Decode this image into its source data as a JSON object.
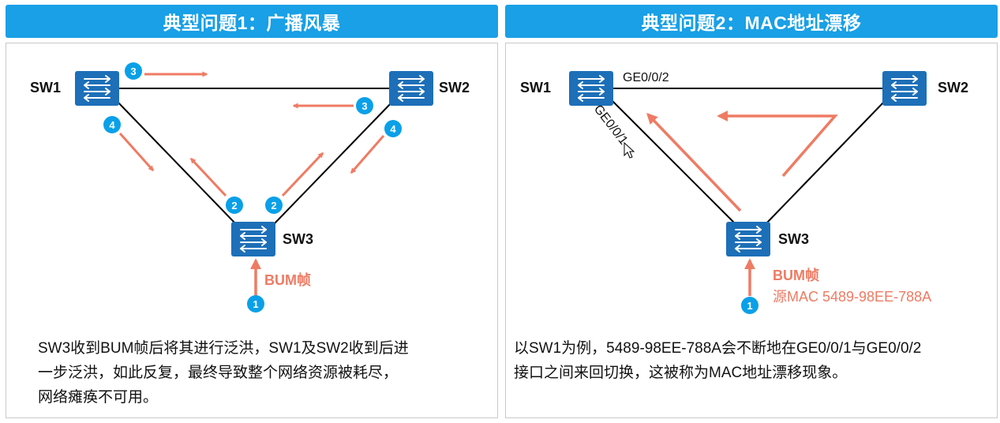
{
  "left": {
    "title": "典型问题1：广播风暴",
    "switches": {
      "sw1": "SW1",
      "sw2": "SW2",
      "sw3": "SW3"
    },
    "bum_label": "BUM帧",
    "steps": {
      "s1": "1",
      "s2a": "2",
      "s2b": "2",
      "s3a": "3",
      "s3b": "3",
      "s4a": "4",
      "s4b": "4"
    },
    "description": [
      "SW3收到BUM帧后将其进行泛洪，SW1及SW2收到后进",
      "一步泛洪，如此反复，最终导致整个网络资源被耗尽，",
      "网络瘫痪不可用。"
    ]
  },
  "right": {
    "title": "典型问题2：MAC地址漂移",
    "switches": {
      "sw1": "SW1",
      "sw2": "SW2",
      "sw3": "SW3"
    },
    "ports": {
      "top": "GE0/0/2",
      "diag": "GE0/0/1"
    },
    "bum_label": "BUM帧",
    "src_mac": "源MAC 5489-98EE-788A",
    "steps": {
      "s1": "1"
    },
    "description": [
      "以SW1为例，5489-98EE-788A会不断地在GE0/0/1与GE0/0/2",
      "接口之间来回切换，这被称为MAC地址漂移现象。"
    ]
  },
  "colors": {
    "header": "#19a0e6",
    "arrow": "#ef7b63",
    "switch": "#1d6fb8",
    "badge": "#0aa0e8"
  }
}
